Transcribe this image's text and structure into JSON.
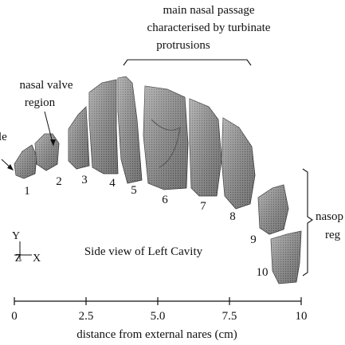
{
  "annotations": {
    "main_passage": [
      "main nasal passage",
      "characterised by turbinate",
      "protrusions"
    ],
    "nasal_valve": [
      "nasal valve",
      "region"
    ],
    "vestibule_fragment": "le",
    "nasopharynx_fragment": [
      "nasop",
      "reg"
    ],
    "view_caption": "Side view of Left Cavity"
  },
  "axes_glyph": {
    "y": "Y",
    "z": "Z",
    "x": "X"
  },
  "segments": [
    {
      "label": "1"
    },
    {
      "label": "2"
    },
    {
      "label": "3"
    },
    {
      "label": "4"
    },
    {
      "label": "5"
    },
    {
      "label": "6"
    },
    {
      "label": "7"
    },
    {
      "label": "8"
    },
    {
      "label": "9"
    },
    {
      "label": "10"
    }
  ],
  "scale": {
    "ticks": [
      "0",
      "2.5",
      "5.0",
      "7.5",
      "10"
    ],
    "label": "distance from external nares (cm)"
  },
  "colors": {
    "tissue_fill": "#8f8f8f",
    "tissue_light": "#c8c8c8",
    "ink": "#111111"
  }
}
